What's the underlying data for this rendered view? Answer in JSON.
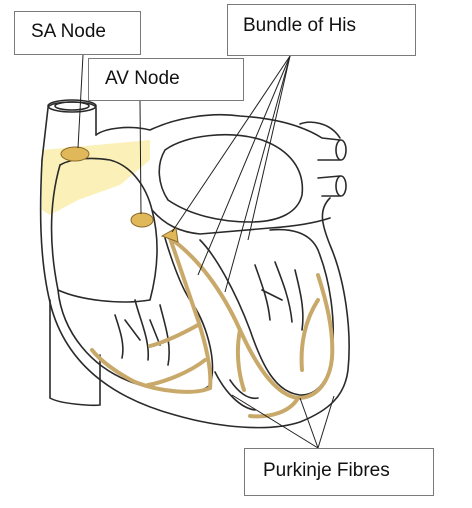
{
  "labels": {
    "sa_node": "SA Node",
    "av_node": "AV Node",
    "bundle_of_his": "Bundle of His",
    "purkinje_fibres": "Purkinje Fibres"
  },
  "colors": {
    "outline": "#2a2a2a",
    "conduction_fibre": "#c8a96a",
    "node_fill": "#e0b85a",
    "atrium_highlight": "#fbf1b8",
    "label_border": "#7a7a7a"
  }
}
